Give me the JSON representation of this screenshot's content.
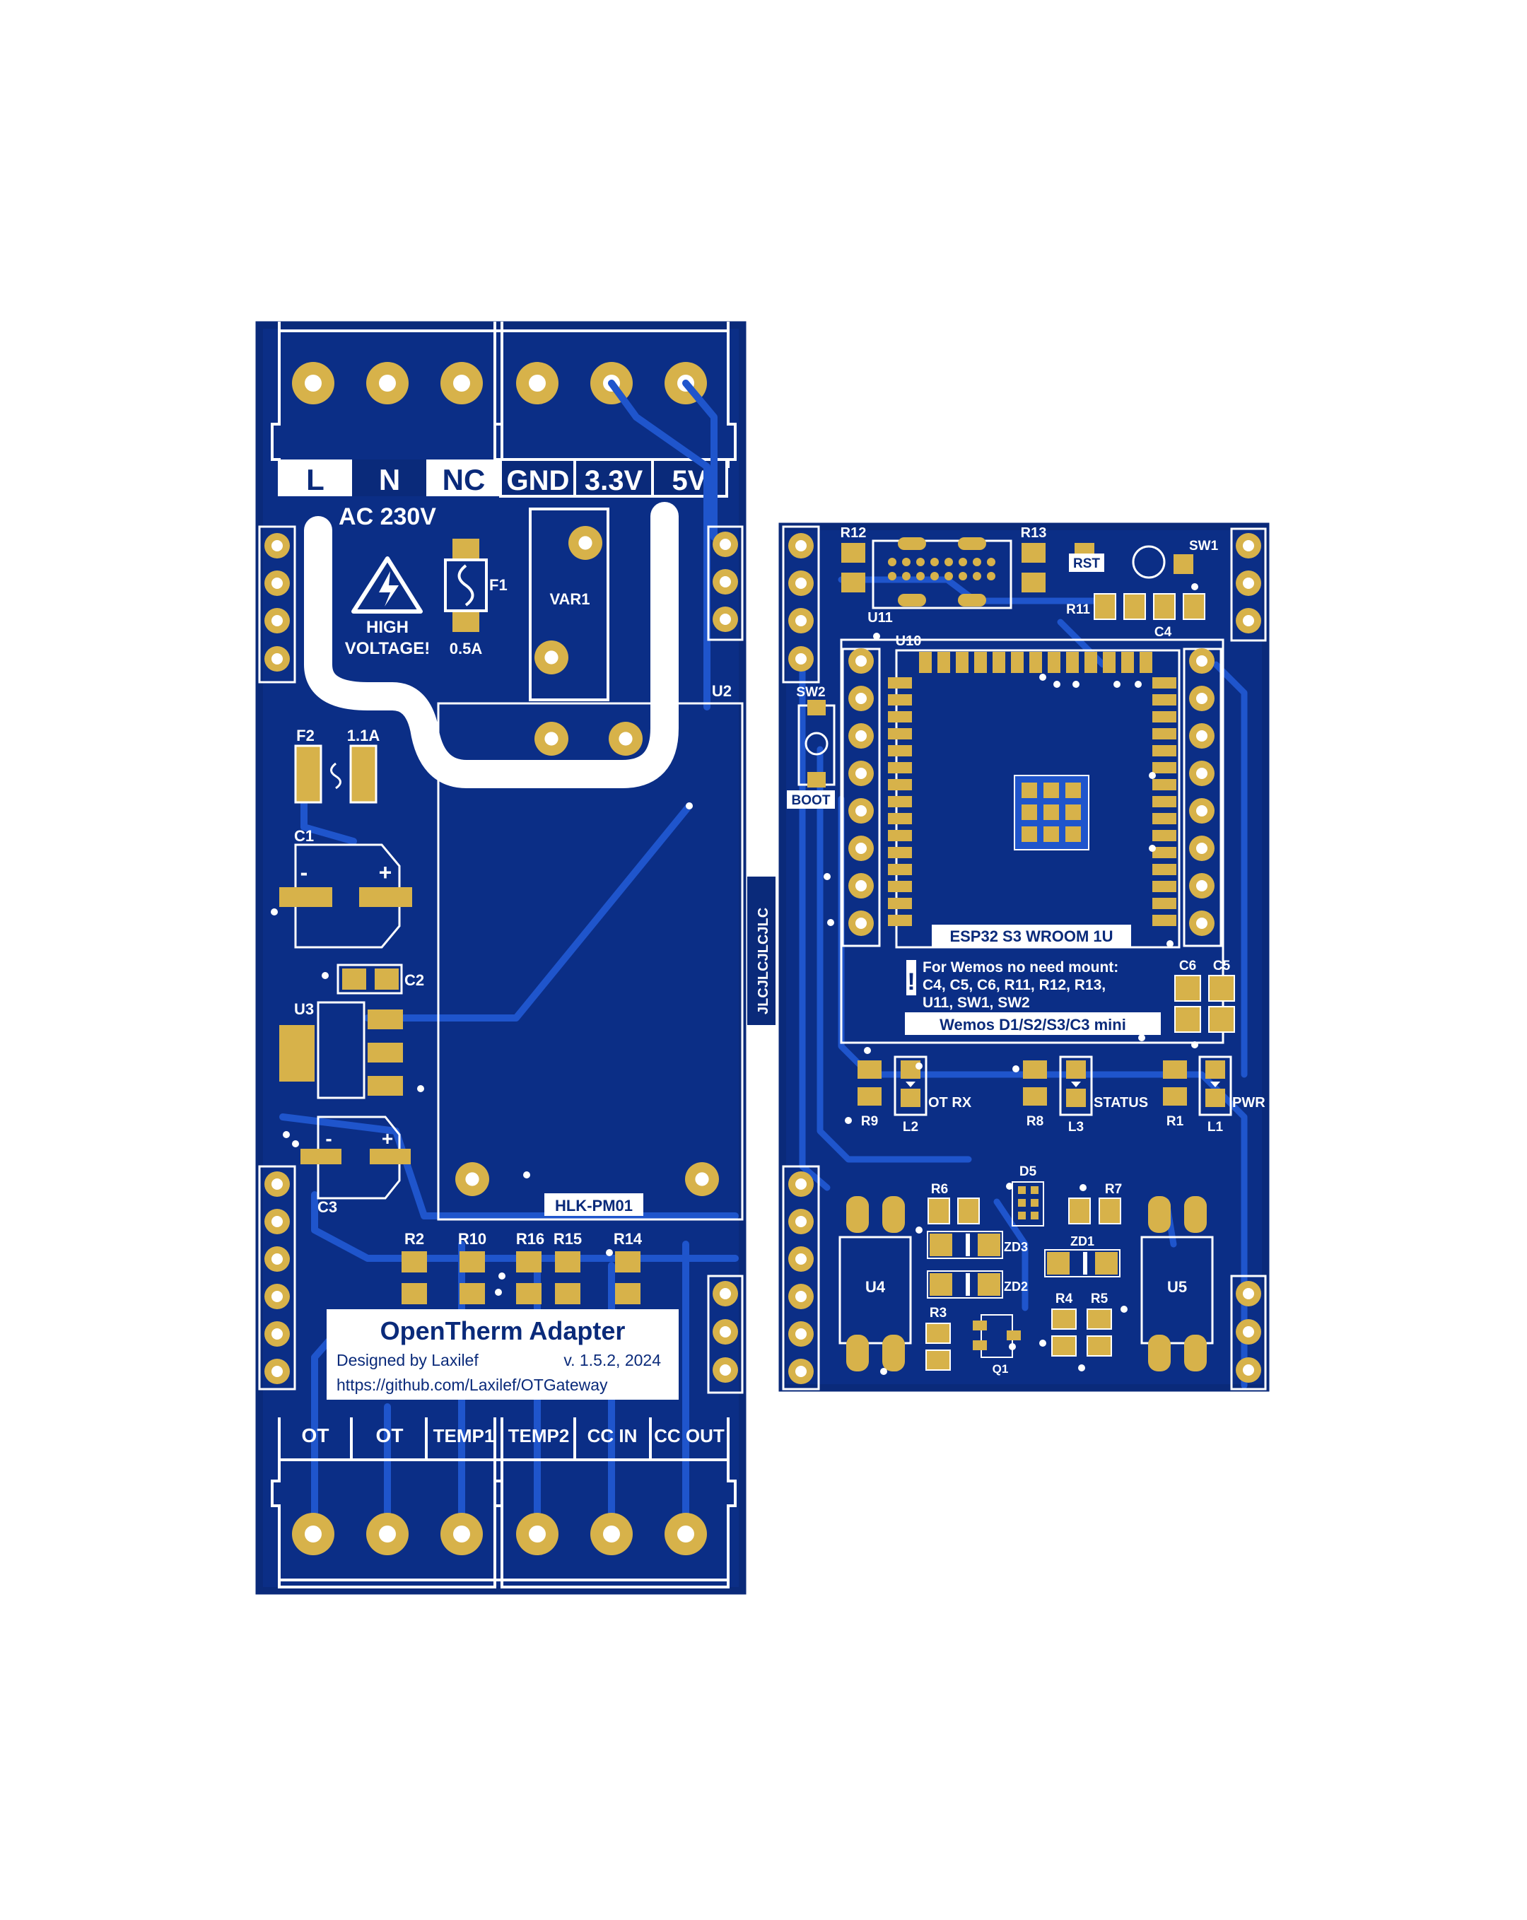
{
  "colors": {
    "board": "#0a2a7a",
    "copper": "#1f55cc",
    "pad": "#d7b24a",
    "hole": "#ffffff",
    "silk": "#ffffff",
    "label_dark": "#0a2a7a"
  },
  "left_board": {
    "top_terminals": [
      "L",
      "N",
      "NC",
      "GND",
      "3.3V",
      "5V"
    ],
    "ac_label": "AC 230V",
    "warning": {
      "line1": "HIGH",
      "line2": "VOLTAGE!"
    },
    "f1": {
      "ref": "F1",
      "value": "0.5A"
    },
    "var1": "VAR1",
    "u2": "U2",
    "f2": {
      "ref": "F2",
      "value": "1.1A"
    },
    "c1": "C1",
    "c1_minus": "-",
    "c1_plus": "+",
    "c2": "C2",
    "u3": "U3",
    "c3": "C3",
    "c3_minus": "-",
    "c3_plus": "+",
    "hlk": "HLK-PM01",
    "resistors": [
      "R2",
      "R10",
      "R16",
      "R15",
      "R14"
    ],
    "title_box": {
      "title": "OpenTherm Adapter",
      "designer": "Designed by Laxilef",
      "version": "v. 1.5.2, 2024",
      "url": "https://github.com/Laxilef/OTGateway"
    },
    "bottom_terminals": [
      "OT",
      "OT",
      "TEMP1",
      "TEMP2",
      "CC IN",
      "CC OUT"
    ],
    "side_text": "JLCJLCJLCJLC"
  },
  "right_board": {
    "r12": "R12",
    "r13": "R13",
    "u11": "U11",
    "rst": "RST",
    "sw1": "SW1",
    "r11": "R11",
    "c4": "C4",
    "u10": "U10",
    "sw2": "SW2",
    "boot": "BOOT",
    "module": "ESP32 S3 WROOM 1U",
    "c6": "C6",
    "c5": "C5",
    "note": {
      "mark": "!",
      "line1": "For Wemos no need mount:",
      "line2": "C4, C5, C6, R11, R12, R13,",
      "line3": "U11, SW1, SW2"
    },
    "wemos": "Wemos D1/S2/S3/C3 mini",
    "leds": [
      {
        "r": "R9",
        "l": "L2",
        "label": "OT RX"
      },
      {
        "r": "R8",
        "l": "L3",
        "label": "STATUS"
      },
      {
        "r": "R1",
        "l": "L1",
        "label": "PWR"
      }
    ],
    "d5": "D5",
    "r6": "R6",
    "r7": "R7",
    "zd3": "ZD3",
    "zd1": "ZD1",
    "zd2": "ZD2",
    "u4": "U4",
    "u5": "U5",
    "r3": "R3",
    "r4": "R4",
    "r5": "R5",
    "q1": "Q1"
  }
}
